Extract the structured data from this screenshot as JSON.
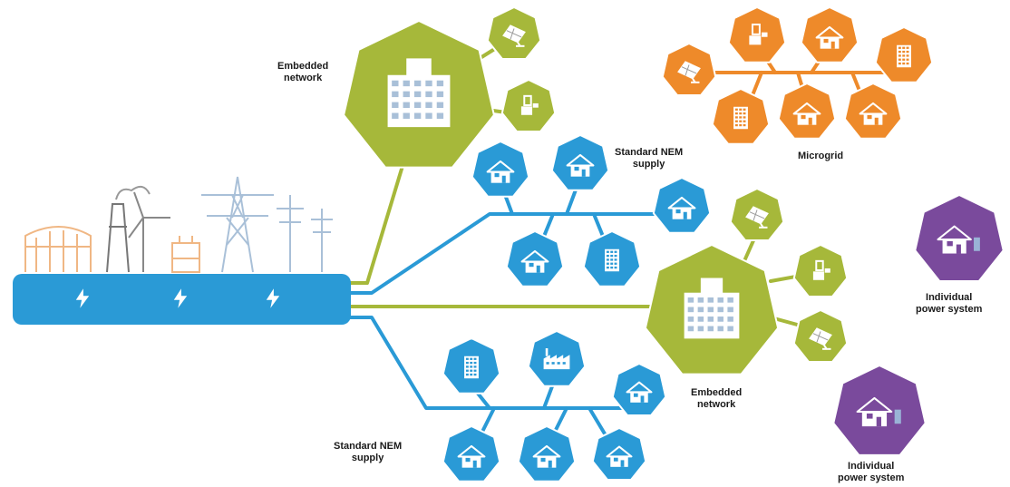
{
  "labels": {
    "embedded_top": [
      "Embedded",
      "network"
    ],
    "embedded_mid": [
      "Embedded",
      "network"
    ],
    "standard_top": [
      "Standard NEM",
      "supply"
    ],
    "standard_bottom": [
      "Standard NEM",
      "supply"
    ],
    "microgrid": "Microgrid",
    "individual_1": [
      "Individual",
      "power system"
    ],
    "individual_2": [
      "Individual",
      "power system"
    ]
  },
  "colors": {
    "blue": "#2a9ad6",
    "green": "#a6b83a",
    "orange": "#ee8a2a",
    "purple": "#7a4a9c",
    "infra_line": "#a9c0d8",
    "infra_orange": "#f0b784"
  },
  "icons": {
    "energy_bus_bolts": [
      "lightning-bolt-icon",
      "lightning-bolt-icon",
      "lightning-bolt-icon"
    ],
    "node_types": [
      "house-icon",
      "apartment-building-icon",
      "factory-icon",
      "solar-panel-icon",
      "battery-inverter-icon",
      "office-building-icon"
    ]
  }
}
